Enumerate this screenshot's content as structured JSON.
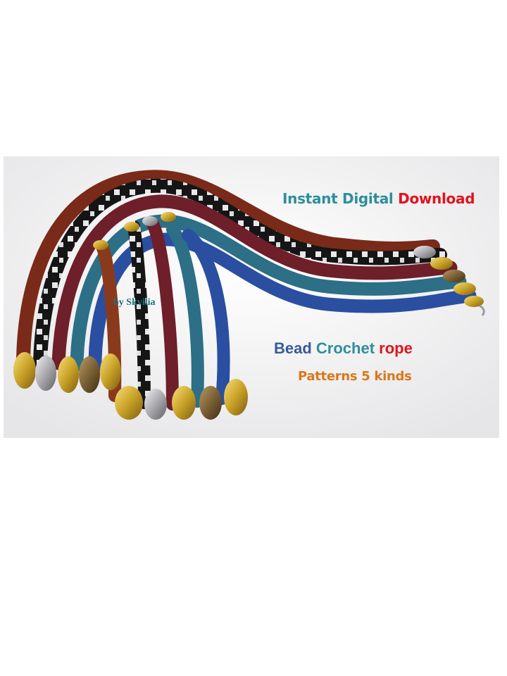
{
  "headline": {
    "word1": "Instant",
    "word2": "Digital",
    "word3": "Download",
    "color1": "#2b8f9c",
    "color2": "#2b8f9c",
    "color3": "#e0141e"
  },
  "byline": {
    "text": "by Skvilia",
    "color": "#1f6f7a"
  },
  "title": {
    "word1": "Bead",
    "word2": "Crochet",
    "word3": "rope",
    "color1": "#3a5a9a",
    "color2": "#2f8f9a",
    "color3": "#e0141e"
  },
  "subtitle": {
    "text": "Patterns 5 kinds",
    "color": "#d9781c"
  },
  "colors": {
    "background": "#efeeef",
    "copper_rope": "#8a3a1c",
    "garnet_rope": "#6e1f2a",
    "blue_rope": "#2a4fa0",
    "teal_rope": "#2c6f86",
    "black_white_rope": "#1a1a1a",
    "gold_clasp": "#c9a227",
    "silver_clasp": "#b8b8bc",
    "bronze_clasp": "#7a6035"
  }
}
